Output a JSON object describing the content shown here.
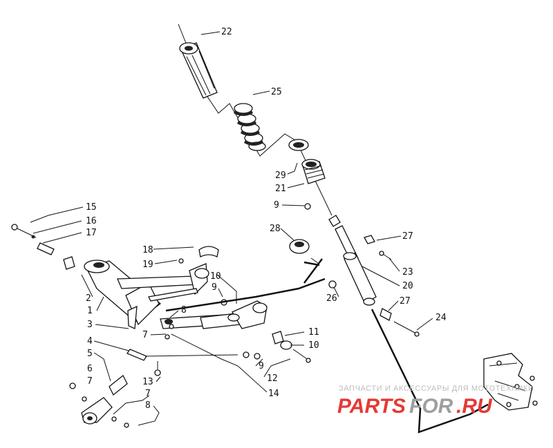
{
  "callouts": [
    {
      "id": "c22",
      "text": "22"
    },
    {
      "id": "c25",
      "text": "25"
    },
    {
      "id": "c29",
      "text": "29"
    },
    {
      "id": "c21",
      "text": "21"
    },
    {
      "id": "c9a",
      "text": "9"
    },
    {
      "id": "c28",
      "text": "28"
    },
    {
      "id": "c27a",
      "text": "27"
    },
    {
      "id": "c23",
      "text": "23"
    },
    {
      "id": "c20",
      "text": "20"
    },
    {
      "id": "c26",
      "text": "26"
    },
    {
      "id": "c27b",
      "text": "27"
    },
    {
      "id": "c24",
      "text": "24"
    },
    {
      "id": "c15",
      "text": "15"
    },
    {
      "id": "c16",
      "text": "16"
    },
    {
      "id": "c17",
      "text": "17"
    },
    {
      "id": "c18",
      "text": "18"
    },
    {
      "id": "c19",
      "text": "19"
    },
    {
      "id": "c10a",
      "text": "10"
    },
    {
      "id": "c9b",
      "text": "9"
    },
    {
      "id": "c8a",
      "text": "8"
    },
    {
      "id": "c2",
      "text": "2"
    },
    {
      "id": "c1",
      "text": "1"
    },
    {
      "id": "c3",
      "text": "3"
    },
    {
      "id": "c7a",
      "text": "7"
    },
    {
      "id": "c4",
      "text": "4"
    },
    {
      "id": "c5",
      "text": "5"
    },
    {
      "id": "c6",
      "text": "6"
    },
    {
      "id": "c7b",
      "text": "7"
    },
    {
      "id": "c7c",
      "text": "7"
    },
    {
      "id": "c8b",
      "text": "8"
    },
    {
      "id": "c13",
      "text": "13"
    },
    {
      "id": "c11",
      "text": "11"
    },
    {
      "id": "c10b",
      "text": "10"
    },
    {
      "id": "c9c",
      "text": "9"
    },
    {
      "id": "c12",
      "text": "12"
    },
    {
      "id": "c14",
      "text": "14"
    }
  ],
  "watermark": {
    "subtitle": "ЗАПЧАСТИ И АКСЕССУАРЫ ДЛЯ МОТОТЕХНИКИ",
    "logo_part1": "PARTS",
    "logo_part2": "FOR",
    "logo_part3": ".RU",
    "color_red": "#e53935",
    "color_grey": "#9e9e9e"
  }
}
